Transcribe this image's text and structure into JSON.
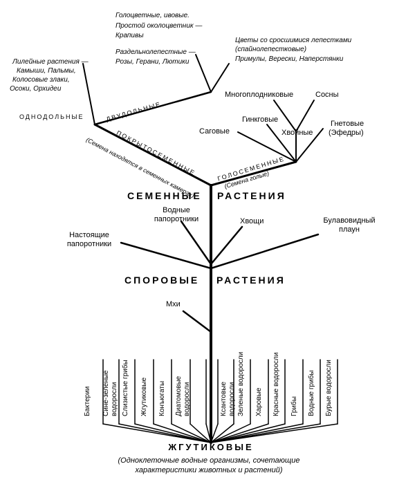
{
  "main_labels": {
    "seed_plants_left": "СЕМЕННЫЕ",
    "seed_plants_right": "РАСТЕНИЯ",
    "spore_plants_left": "СПОРОВЫЕ",
    "spore_plants_right": "РАСТЕНИЯ",
    "flagellates": "ЖГУТИКОВЫЕ",
    "flagellates_note_1": "(Одноклеточные водные организмы, сочетающие",
    "flagellates_note_2": "характеристики животных и растений)"
  },
  "branch_labels": {
    "angiosperms": "ПОКРЫТОСЕМЕННЫЕ",
    "angiosperms_note": "(Семена находятся в семенных камерах)",
    "gymnosperms": "ГОЛОСЕМЕННЫЕ",
    "gymnosperms_note": "(Семена голые)",
    "dicots": "ДВУДОЛЬНЫЕ",
    "monocots": "ОДНОДОЛЬНЫЕ"
  },
  "angiosperm_groups": {
    "monocots_1": "Лилейные растения —",
    "monocots_2": "Камыши, Пальмы,",
    "monocots_3": "Колосовые злаки,",
    "monocots_4": "Осоки, Орхидеи",
    "apetal_1": "Голоцветные, ивовые.",
    "apetal_2": "Простой околоцветник —",
    "apetal_3": "Крапивы",
    "polypetal_1": "Раздельнолепестные —",
    "polypetal_2": "Розы, Герани, Лютики",
    "sympetal_1": "Цветы со сросшимися лепестками",
    "sympetal_2": "(спайнолепестковые)",
    "sympetal_3": "Примулы, Верески, Наперстянки"
  },
  "gymnosperm_groups": {
    "cycads": "Саговые",
    "ginkgo": "Гинкговые",
    "conifers": "Хвойные",
    "polycarps": "Многоплодниковые",
    "pines": "Сосны",
    "gnetales_1": "Гнетовые",
    "gnetales_2": "(Эфедры)"
  },
  "spore_groups": {
    "true_ferns_1": "Настоящие",
    "true_ferns_2": "папоротники",
    "water_ferns_1": "Водные",
    "water_ferns_2": "папоротники",
    "horsetails": "Хвощи",
    "clubmoss_1": "Булавовидный",
    "clubmoss_2": "плаун",
    "mosses": "Мхи"
  },
  "bottom_groups": [
    "Бактерии",
    "Сине-зеленые",
    "водоросли",
    "Слизистые грибы",
    "Жгутиковые",
    "Конъюгаты",
    "Диатомовые",
    "водоросли",
    "Ксантовые",
    "водоросли",
    "Зеленые водоросли",
    "Харовые",
    "Красные водоросли",
    "Грибы",
    "Водные грибы",
    "Бурые водоросли"
  ]
}
